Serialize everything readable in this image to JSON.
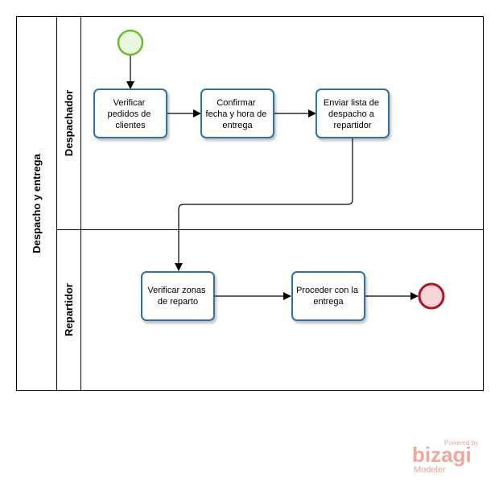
{
  "pool": {
    "label": "Despacho y entrega",
    "lanes": [
      {
        "label": "Despachador"
      },
      {
        "label": "Repartidor"
      }
    ]
  },
  "tasks": [
    {
      "lines": [
        "Verificar",
        "pedidos de",
        "clientes"
      ]
    },
    {
      "lines": [
        "Confirmar",
        "fecha y hora de",
        "entrega"
      ]
    },
    {
      "lines": [
        "Enviar lista de",
        "despacho a",
        "repartidor"
      ]
    },
    {
      "lines": [
        "Verificar zonas",
        "de reparto"
      ]
    },
    {
      "lines": [
        "Proceder con la",
        "entrega"
      ]
    }
  ],
  "events": [
    {
      "type": "start",
      "color": "#66c028",
      "fill": "#eaf7df"
    },
    {
      "type": "end",
      "color": "#b0122a",
      "fill": "#f6d4d8"
    }
  ],
  "brand": {
    "powered": "Powered by",
    "name": "bizagi",
    "product": "Modeler"
  },
  "colors": {
    "task_stroke": "#2b73a8",
    "line": "#000000"
  }
}
